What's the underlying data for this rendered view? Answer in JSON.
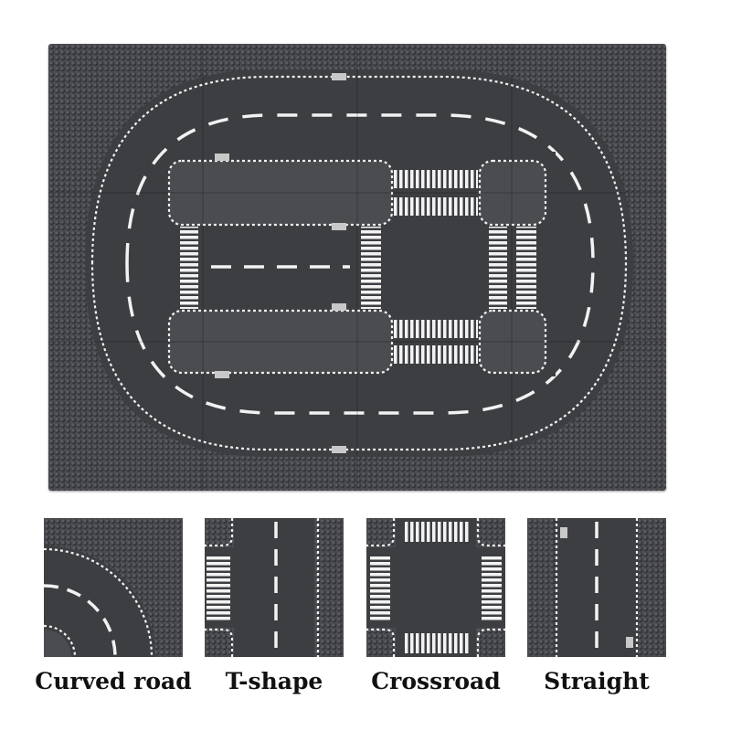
{
  "product": {
    "main_board": {
      "name": "assembled-road-layout"
    },
    "tiles": [
      {
        "id": "curved",
        "label": "Curved road"
      },
      {
        "id": "t-shape",
        "label": "T-shape"
      },
      {
        "id": "crossroad",
        "label": "Crossroad"
      },
      {
        "id": "straight",
        "label": "Straight"
      }
    ]
  },
  "colors": {
    "baseplate": "#4a4c50",
    "road": "#3c3e42",
    "marking": "#f2f2f2"
  }
}
